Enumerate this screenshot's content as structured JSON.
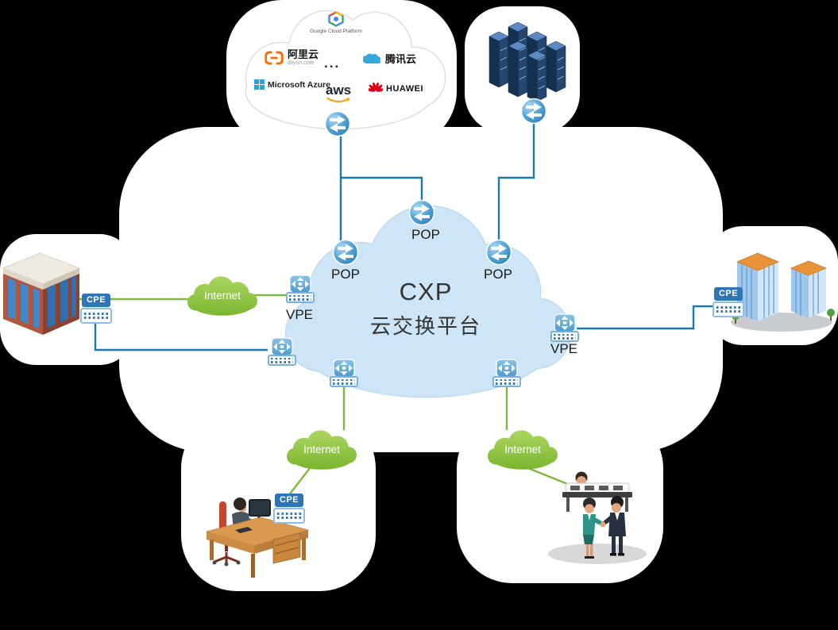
{
  "canvas": {
    "background": "#000000",
    "surface": "#ffffff"
  },
  "colors": {
    "link_blue": "#1B78B5",
    "link_green": "#7CB93E",
    "cxp_cloud_fill": "#CDE5F6",
    "internet_cloud_fill": "#8CC13F",
    "cpe_tag_fill": "#2E75B6"
  },
  "provider_cloud": {
    "google": {
      "label": "Google Cloud Platform"
    },
    "alibaba": {
      "label": "阿里云",
      "sub": "aliyun.com"
    },
    "more": "...",
    "tencent": {
      "label": "腾讯云"
    },
    "azure": {
      "label": "Microsoft Azure"
    },
    "aws": {
      "label": "aws"
    },
    "huawei": {
      "label": "HUAWEI"
    }
  },
  "cxp": {
    "title": "CXP",
    "subtitle": "云交换平台"
  },
  "labels": {
    "pop": "POP",
    "vpe": "VPE",
    "cpe": "CPE",
    "internet": "Internet"
  }
}
